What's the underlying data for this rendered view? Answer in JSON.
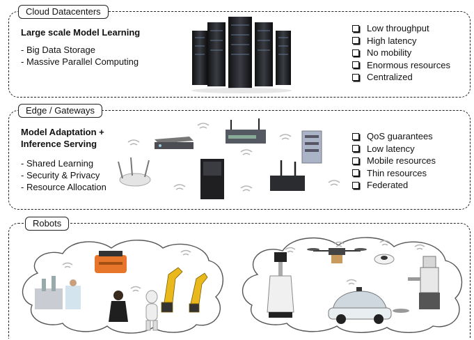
{
  "cloud": {
    "tag": "Cloud Datacenters",
    "heading": "Large scale Model Learning",
    "items": [
      "- Big Data Storage",
      "- Massive Parallel Computing"
    ],
    "properties": [
      "Low throughput",
      "High latency",
      "No mobility",
      "Enormous resources",
      "Centralized"
    ]
  },
  "edge": {
    "tag": "Edge / Gateways",
    "heading_line1": "Model Adaptation +",
    "heading_line2": "Inference Serving",
    "items": [
      "- Shared Learning",
      "- Security & Privacy",
      "- Resource Allocation"
    ],
    "properties": [
      "QoS guarantees",
      "Low latency",
      "Mobile resources",
      "Thin resources",
      "Federated"
    ]
  },
  "robots": {
    "tag": "Robots"
  },
  "colors": {
    "border": "#222222",
    "server_dark": "#1c1c1e",
    "server_light": "#5a6f8a",
    "wifi": "#b5b5b5",
    "robot_orange": "#e8762a",
    "robot_yellow": "#e8b81c"
  }
}
